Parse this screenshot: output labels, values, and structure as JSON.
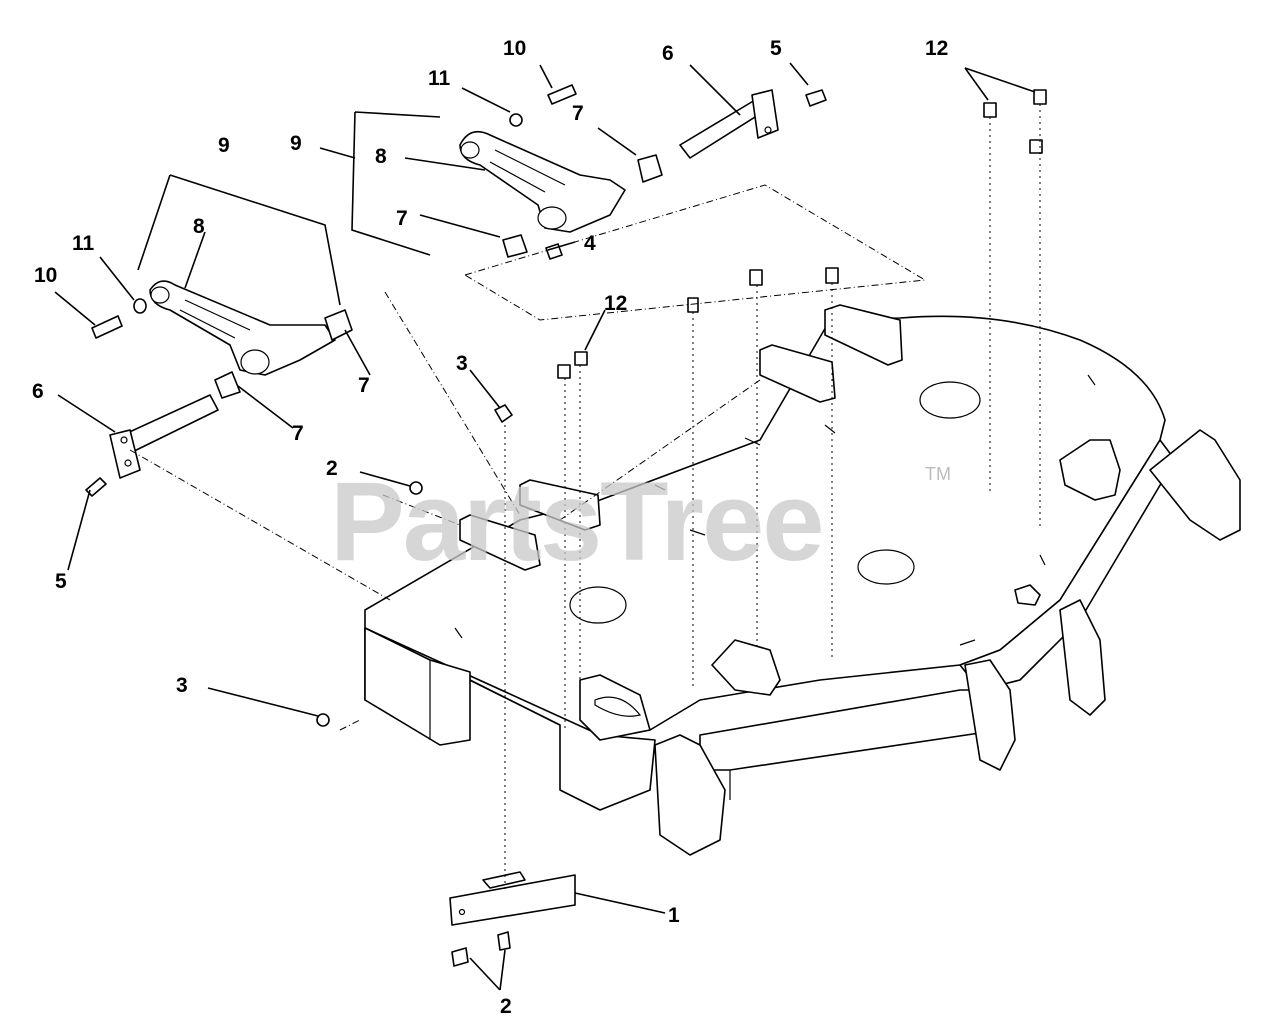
{
  "diagram": {
    "watermark": "PartsTree",
    "trademark": "TM",
    "callouts": {
      "c1": "1",
      "c2a": "2",
      "c2b": "2",
      "c3a": "3",
      "c3b": "3",
      "c4": "4",
      "c5a": "5",
      "c5b": "5",
      "c6a": "6",
      "c6b": "6",
      "c7a": "7",
      "c7b": "7",
      "c7c": "7",
      "c7d": "7",
      "c8a": "8",
      "c8b": "8",
      "c9a": "9",
      "c9b": "9",
      "c10a": "10",
      "c10b": "10",
      "c11a": "11",
      "c11b": "11",
      "c12a": "12",
      "c12b": "12"
    }
  }
}
